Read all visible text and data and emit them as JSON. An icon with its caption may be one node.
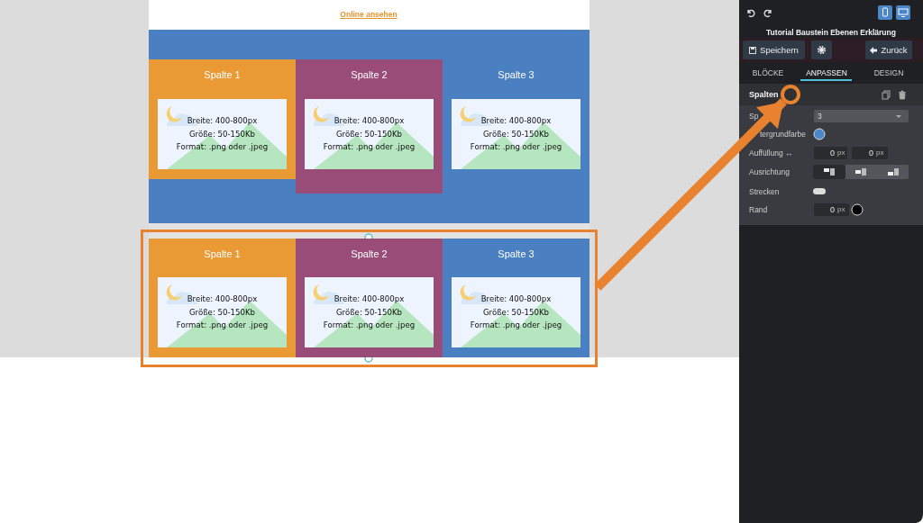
{
  "diagram": {
    "nodes": [
      {
        "text": [],
        "shape": "box"
      },
      {
        "text": [
          "Spalte 1"
        ],
        "in": 0
      },
      {
        "text": [
          "Breite: 400-800px",
          "Größe: 50-150Kb",
          "Format: .png oder .jpeg"
        ],
        "in": 1
      },
      {
        "text": [
          "Spalte 2"
        ],
        "in": 0
      },
      {
        "text": [
          "Breite: 400-800px",
          "Größe: 50-150Kb",
          "Format: .png oder .jpeg"
        ],
        "in": 3
      },
      {
        "text": [
          "Spalte 3"
        ],
        "in": 0
      },
      {
        "text": [
          "Breite: 400-800px",
          "Größe: 50-150Kb",
          "Format: .png oder .jpeg"
        ],
        "in": 5
      },
      {
        "text": [],
        "shape": "box"
      },
      {
        "text": [],
        "shape": "box",
        "in": 7
      },
      {
        "text": [
          "Spalte 1"
        ],
        "in": 8
      },
      {
        "text": [
          "Breite: 400-800px",
          "Größe: 50-150Kb",
          "Format: .png oder .jpeg"
        ],
        "in": 9
      },
      {
        "text": [
          "Spalte 2"
        ],
        "in": 8
      },
      {
        "text": [
          "Breite: 400-800px",
          "Größe: 50-150Kb",
          "Format: .png oder .jpeg"
        ],
        "in": 11
      },
      {
        "text": [
          "Spalte 3"
        ],
        "in": 8
      },
      {
        "text": [
          "Breite: 400-800px",
          "Größe: 50-150Kb",
          "Format: .png oder .jpeg"
        ],
        "in": 13
      },
      {
        "text": [],
        "shape": "circle"
      }
    ],
    "edges": [
      {
        "from": 7,
        "to": 15,
        "arrow": "to",
        "color": "#e8822e"
      }
    ],
    "labels": [
      "Online ansehen",
      "Tutorial Baustein Ebenen Erklärung",
      "Speichern",
      "Zurück",
      "BLÖCKE",
      "ANPASSEN",
      "DESIGN",
      "Spalten",
      "Sp",
      "3",
      "tergrundfarbe",
      "Auffüllung ↔",
      "0",
      "px",
      "0",
      "px",
      "Ausrichtung",
      "Strecken",
      "Rand",
      "0",
      "px"
    ]
  }
}
